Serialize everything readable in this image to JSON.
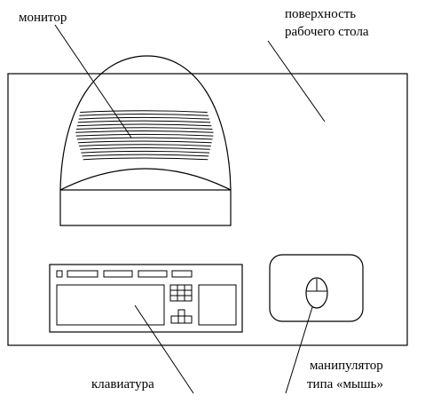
{
  "labels": {
    "monitor": "монитор",
    "desk_line1": "поверхность",
    "desk_line2": "рабочего стола",
    "keyboard": "клавиатура",
    "mouse_line1": "манипулятор",
    "mouse_line2": "типа «мышь»"
  }
}
